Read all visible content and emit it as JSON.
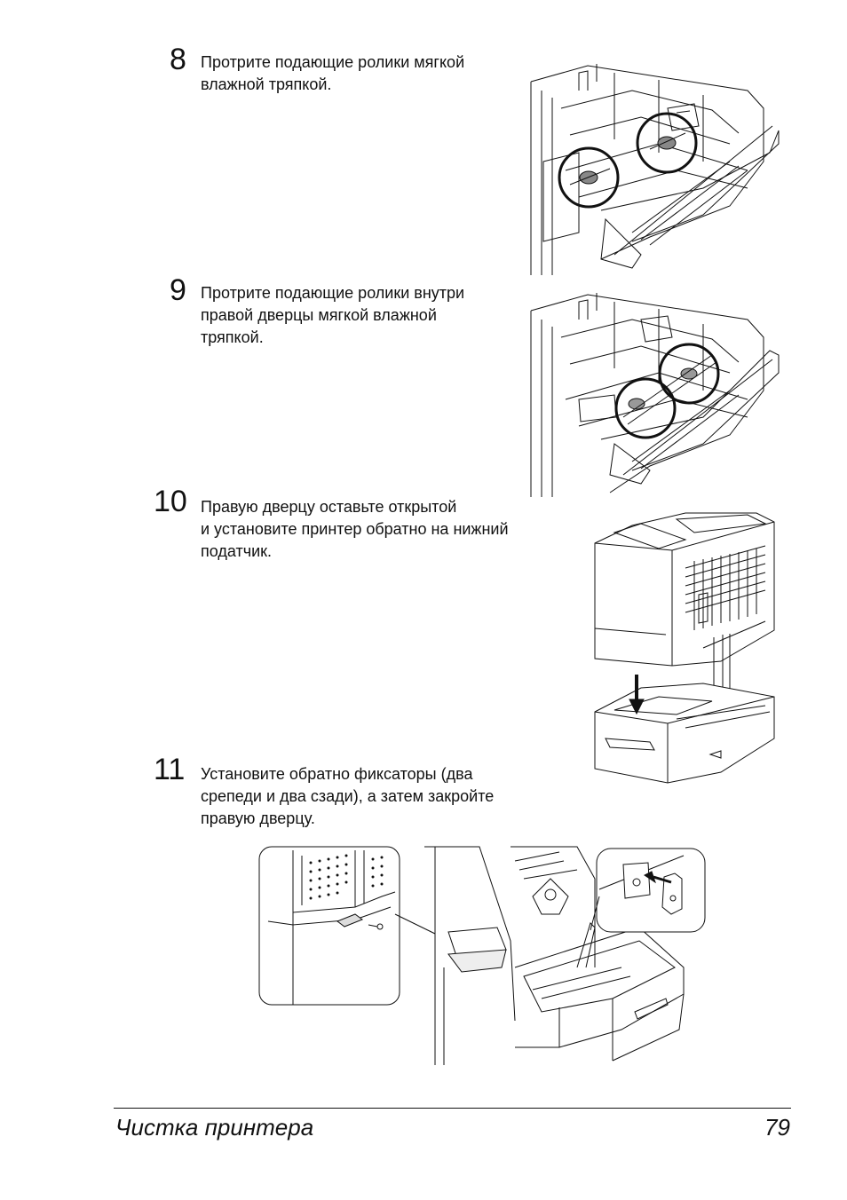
{
  "steps": [
    {
      "number": "8",
      "lines": [
        "Протрите подающие ролики мягкой",
        "влажной тряпкой."
      ]
    },
    {
      "number": "9",
      "lines": [
        "Протрите подающие ролики внутри",
        "правой дверцы мягкой влажной",
        "тряпкой."
      ]
    },
    {
      "number": "10",
      "lines": [
        "Правую дверцу оставьте открытой",
        "и установите принтер обратно на нижний",
        "податчик."
      ]
    },
    {
      "number": "11",
      "lines": [
        "Установите обратно фиксаторы (два",
        "срепеди и два сзади), а затем закройте",
        "правую дверцу."
      ]
    }
  ],
  "footer": {
    "section_title": "Чистка принтера",
    "page_number": "79"
  },
  "illustrations": {
    "step8": "feed-rollers-illustration",
    "step9": "door-rollers-illustration",
    "step10": "printer-on-feeder-illustration",
    "step11": "stoppers-illustration"
  }
}
